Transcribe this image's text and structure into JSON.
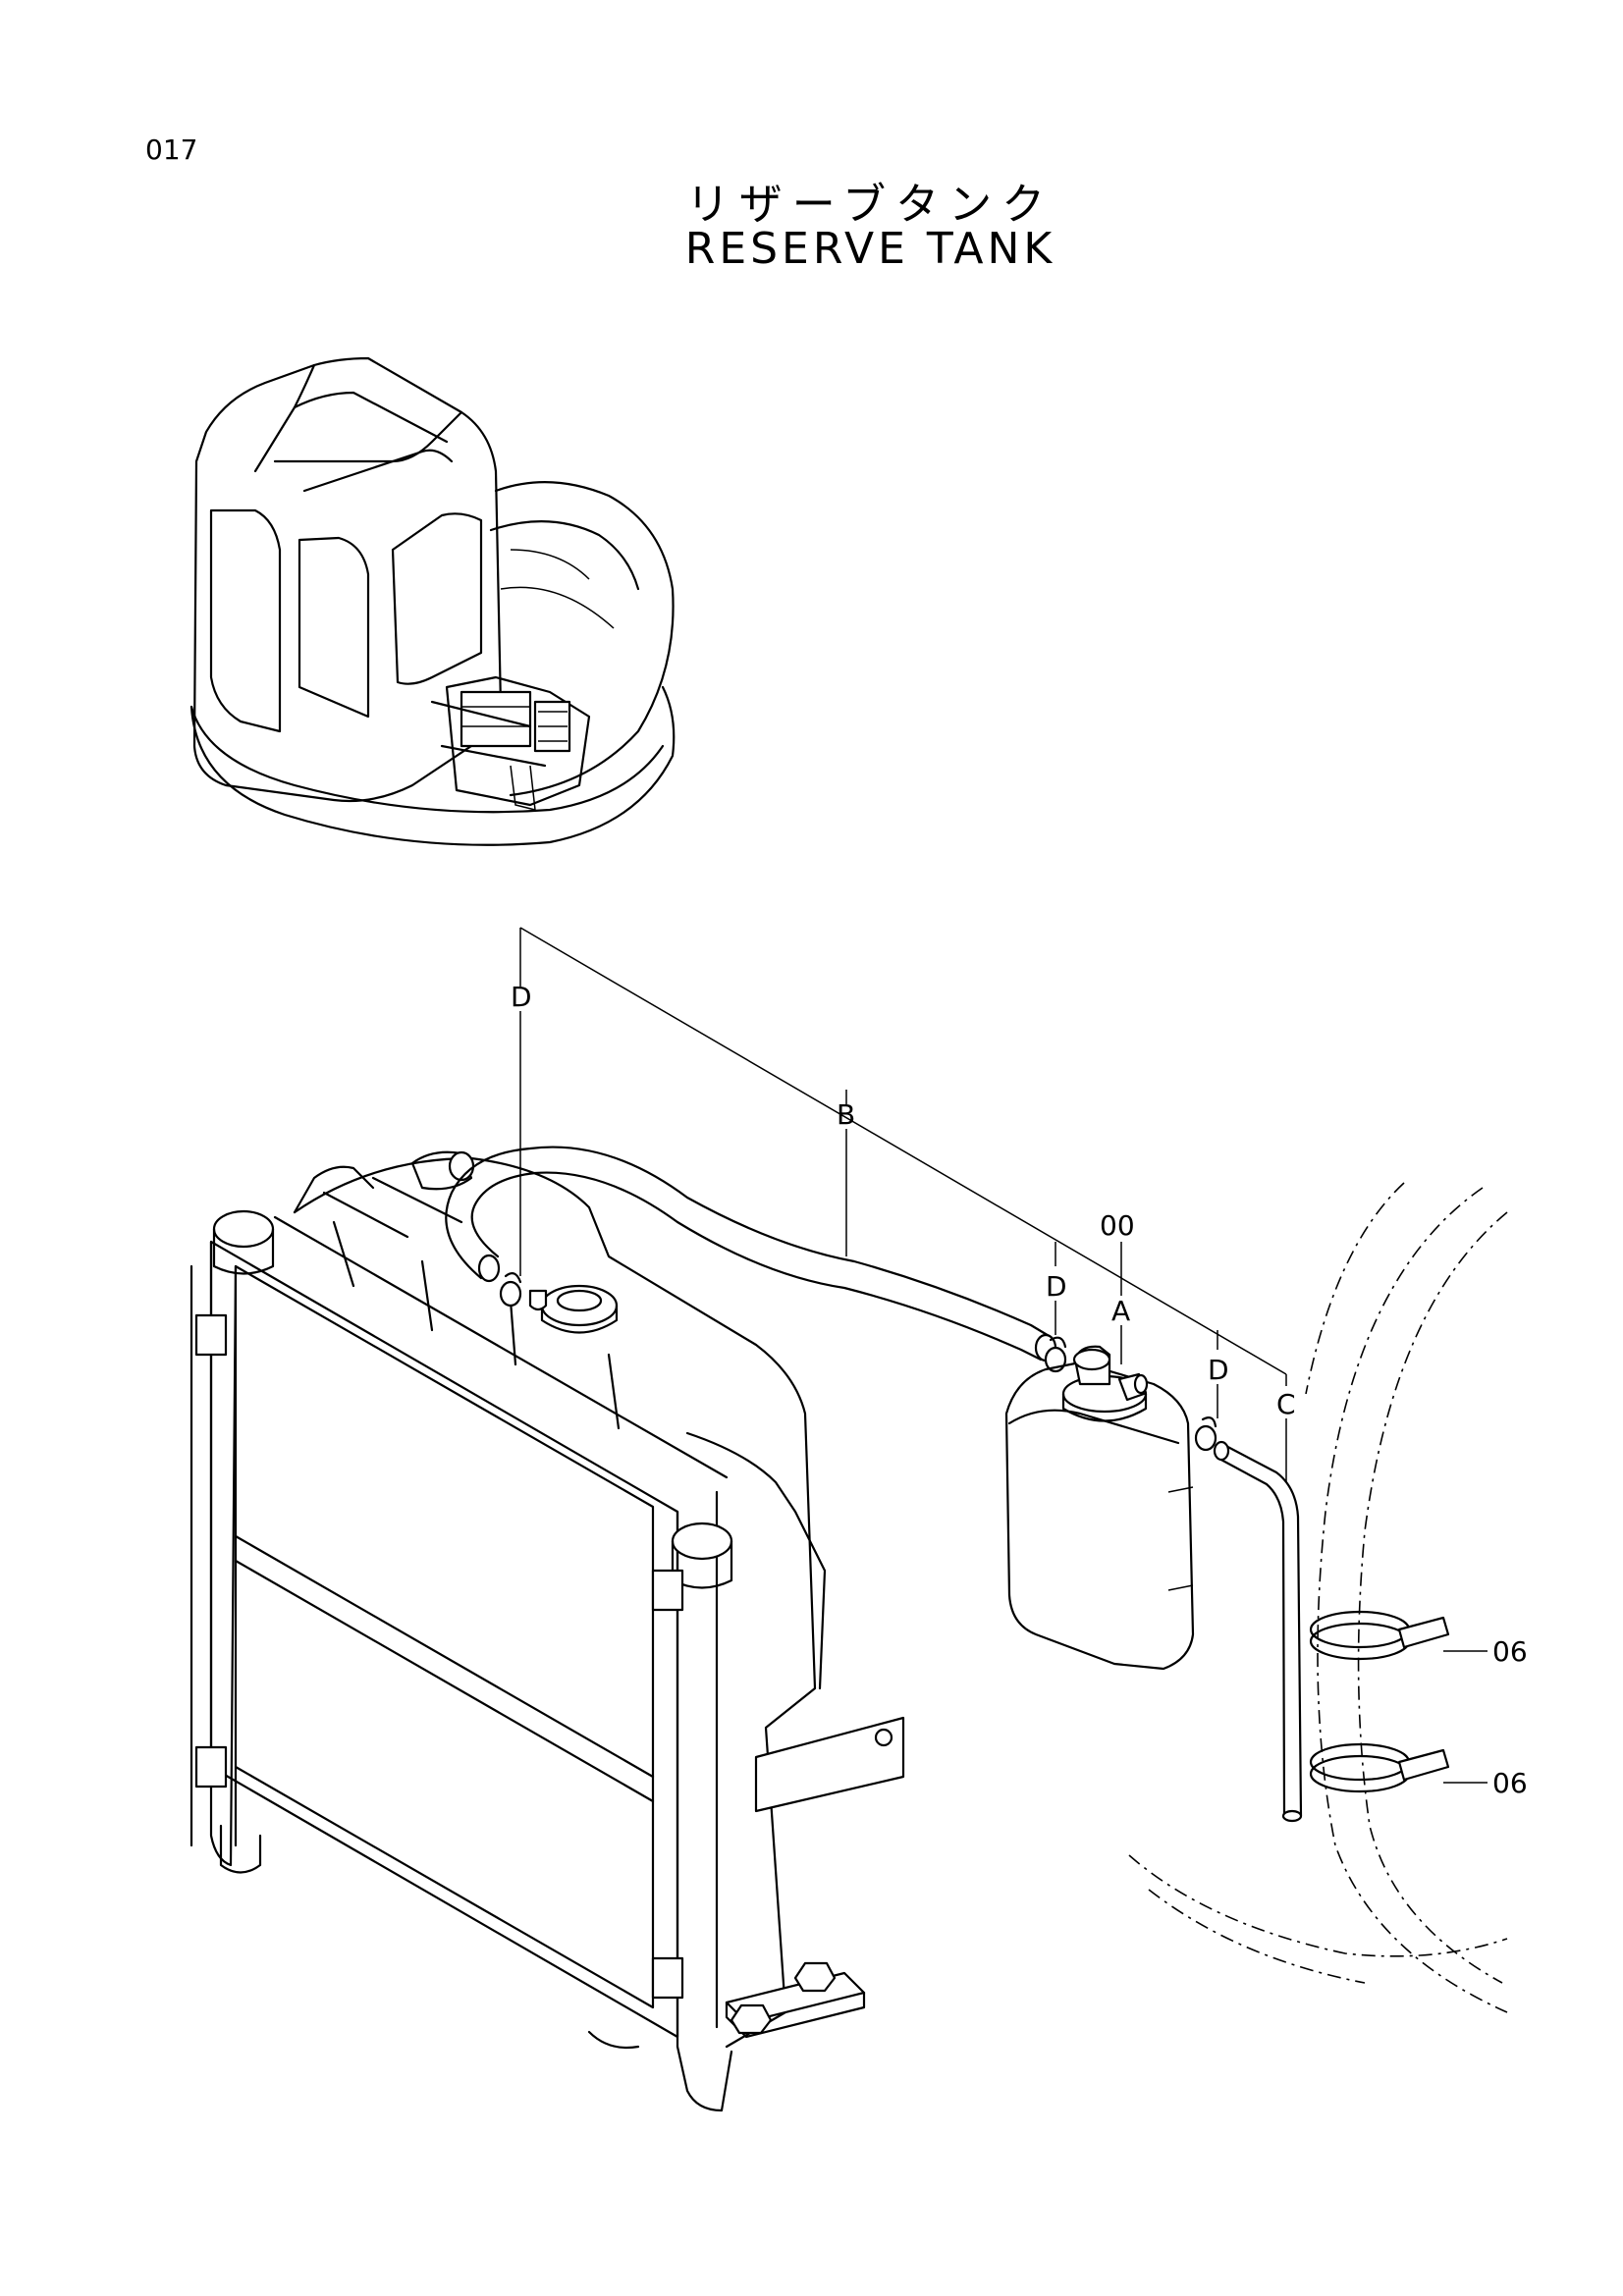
{
  "page": {
    "number": "017",
    "title_jp": "リザーブタンク",
    "title_en": "RESERVE TANK"
  },
  "callouts": {
    "d1": "D",
    "b": "B",
    "part00": "00",
    "a": "A",
    "d2": "D",
    "d3": "D",
    "c": "C",
    "part06_upper": "06",
    "part06_lower": "06"
  }
}
